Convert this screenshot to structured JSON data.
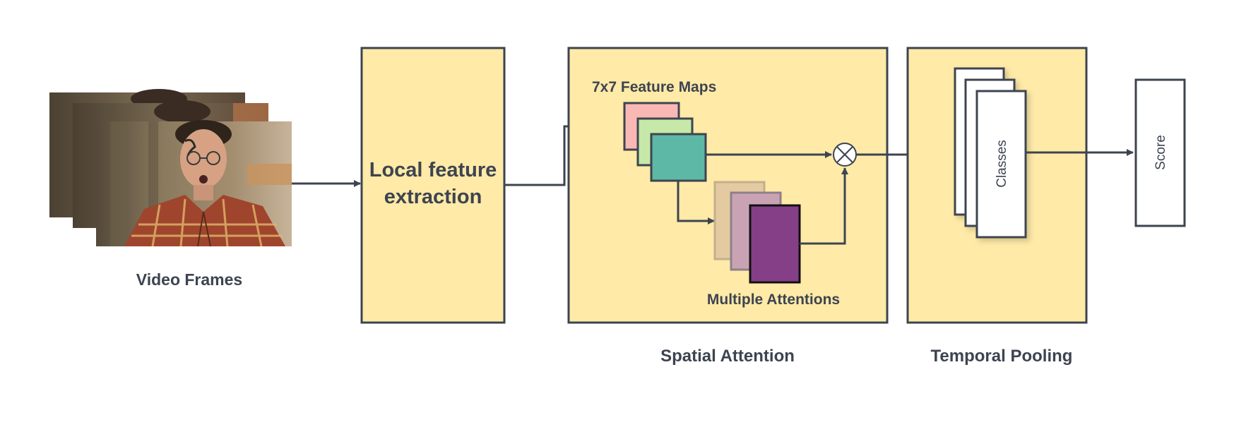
{
  "diagram": {
    "input_label": "Video Frames",
    "extraction_label_line1": "Local feature",
    "extraction_label_line2": "extraction",
    "feature_maps_label": "7x7 Feature Maps",
    "attentions_label": "Multiple Attentions",
    "spatial_attention_label": "Spatial Attention",
    "temporal_pooling_label": "Temporal Pooling",
    "classes_label": "Classes",
    "score_label": "Score"
  },
  "colors": {
    "panel_fill": "#ffeaa7",
    "stroke": "#3d4450",
    "feature_map_pink": "#f9b8b4",
    "feature_map_green": "#c6e8a9",
    "feature_map_teal": "#5db8a6",
    "attention_tan": "#e0c5a0",
    "attention_mauve": "#c9a3b4",
    "attention_purple": "#853f87"
  },
  "icons": {
    "multiply": "circled-times-icon",
    "frames": "video-frame-photo-icon"
  }
}
